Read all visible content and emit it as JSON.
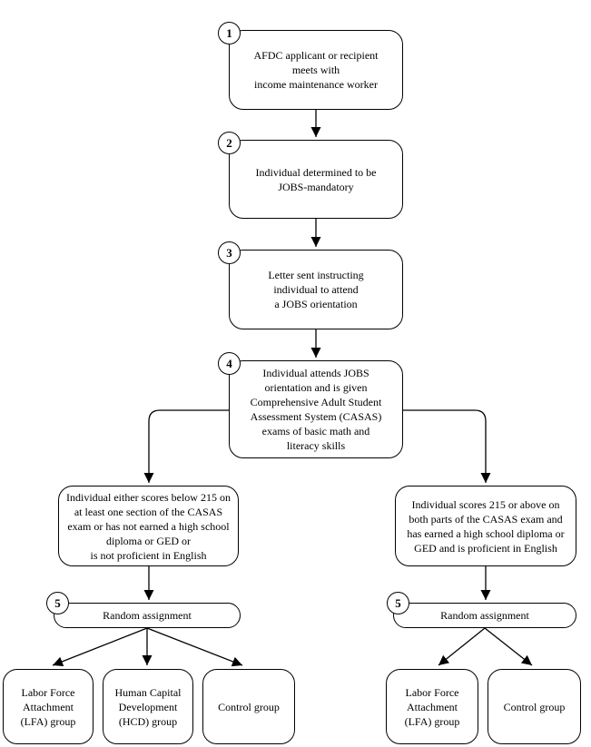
{
  "diagram": {
    "type": "flowchart",
    "background_color": "#ffffff",
    "line_color": "#000000",
    "nodes": {
      "step1": {
        "number": "1",
        "text": "AFDC applicant or recipient\nmeets with\nincome maintenance worker"
      },
      "step2": {
        "number": "2",
        "text": "Individual determined to be\nJOBS-mandatory"
      },
      "step3": {
        "number": "3",
        "text": "Letter sent instructing\nindividual to attend\na JOBS orientation"
      },
      "step4": {
        "number": "4",
        "text": "Individual attends JOBS\norientation and is given\nComprehensive Adult Student\nAssessment System (CASAS)\nexams of basic math and\nliteracy skills"
      },
      "eligibility_left": {
        "text": "Individual either scores below 215 on\nat least one section of the CASAS\nexam or has not earned a high school\ndiploma or GED or\nis not proficient in English"
      },
      "eligibility_right": {
        "text": "Individual scores 215 or above on\nboth parts of the CASAS exam and\nhas earned a high school diploma or\nGED and is proficient in English"
      },
      "random_assignment_left": {
        "number": "5",
        "text": "Random assignment"
      },
      "random_assignment_right": {
        "number": "5",
        "text": "Random assignment"
      },
      "lfa_left": {
        "text": "Labor Force\nAttachment\n(LFA) group"
      },
      "hcd_left": {
        "text": "Human Capital\nDevelopment\n(HCD) group"
      },
      "control_left": {
        "text": "Control group"
      },
      "lfa_right": {
        "text": "Labor Force\nAttachment\n(LFA) group"
      },
      "control_right": {
        "text": "Control group"
      }
    },
    "edges": [
      {
        "from": "step1",
        "to": "step2"
      },
      {
        "from": "step2",
        "to": "step3"
      },
      {
        "from": "step3",
        "to": "step4"
      },
      {
        "from": "step4",
        "to": "eligibility_left"
      },
      {
        "from": "step4",
        "to": "eligibility_right"
      },
      {
        "from": "eligibility_left",
        "to": "random_assignment_left"
      },
      {
        "from": "eligibility_right",
        "to": "random_assignment_right"
      },
      {
        "from": "random_assignment_left",
        "to": "lfa_left"
      },
      {
        "from": "random_assignment_left",
        "to": "hcd_left"
      },
      {
        "from": "random_assignment_left",
        "to": "control_left"
      },
      {
        "from": "random_assignment_right",
        "to": "lfa_right"
      },
      {
        "from": "random_assignment_right",
        "to": "control_right"
      }
    ]
  }
}
